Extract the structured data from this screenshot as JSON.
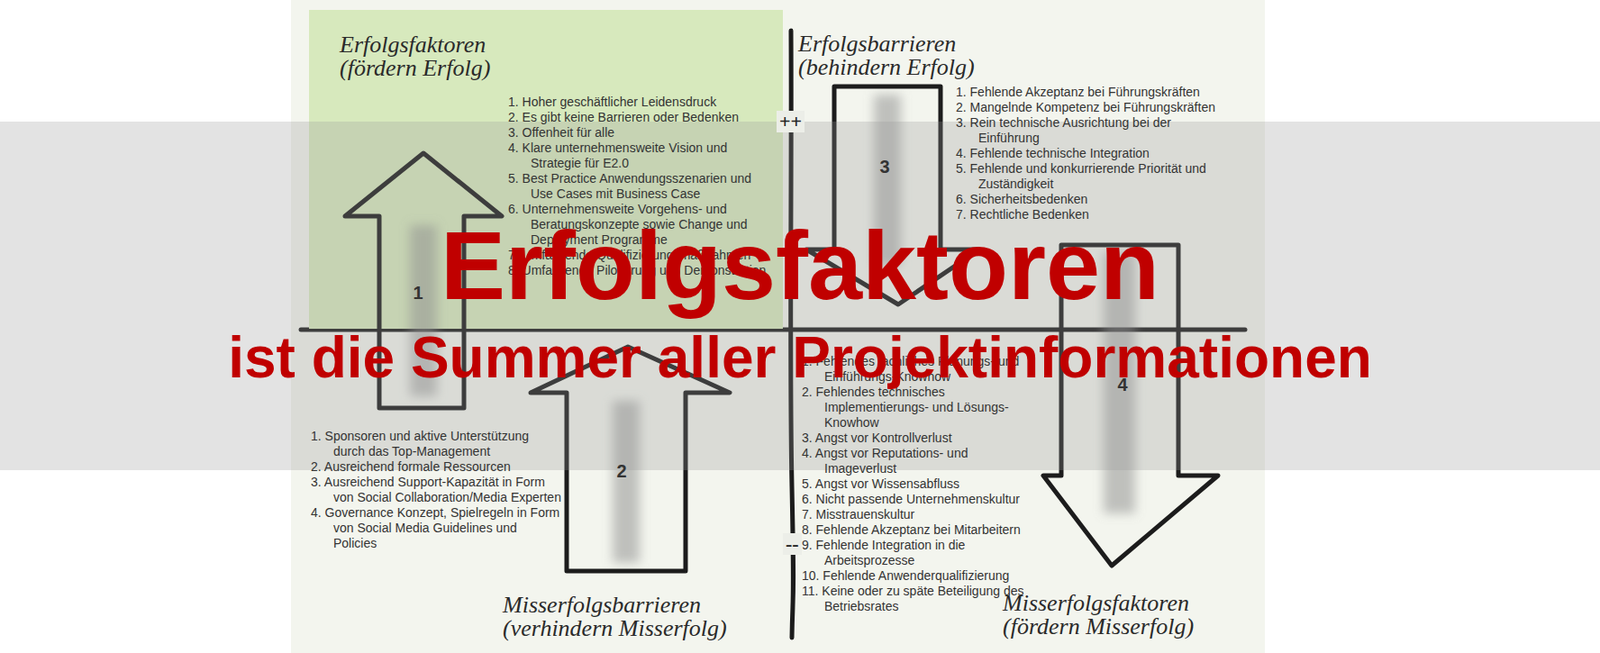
{
  "diagram": {
    "title": "Erfolgsfaktoren",
    "nodes": [
      {
        "text": [
          "Erfolgsfaktoren (fördern Erfolg)",
          "1. Hoher geschäftlicher Leidensdruck",
          "2. Es gibt keine Barrieren oder Bedenken",
          "3. Offenheit für alle",
          "4. Klare unternehmensweite Vision und Strategie für E2.0",
          "5. Best Practice Anwendungsszenarien und Use Cases mit Business Case",
          "6. Unternehmensweite Vorgehens- und Beratungskonzepte sowie Change und Deployment Programme",
          "7. Umfassende Qualifizierungsmaßnahmen",
          "8. Umfassende Pilotierung und Demonstration"
        ]
      },
      {
        "text": [
          "1"
        ]
      },
      {
        "text": [
          "3"
        ]
      },
      {
        "text": [
          "2"
        ]
      },
      {
        "text": [
          "4"
        ]
      }
    ],
    "labels": [
      "Erfolgsbarrieren (behindern Erfolg)",
      "Misserfolgsbarrieren (verhindern Misserfolg)",
      "Misserfolgsfaktoren (fördern Misserfolg)",
      "++",
      "--",
      "1. Fehlende Akzeptanz bei Führungskräften",
      "2. Mangelnde Kompetenz bei Führungskräften",
      "3. Rein technische Ausrichtung bei der Einführung",
      "4. Fehlende technische Integration",
      "5. Fehlende und konkurrierende Priorität und Zuständigkeit",
      "6. Sicherheitsbedenken",
      "7. Rechtliche Bedenken",
      "1. Sponsoren und aktive Unterstützung durch das Top-Management",
      "2. Ausreichend formale Ressourcen",
      "3. Ausreichend Support-Kapazität in Form von Social Collaboration/Media Experten",
      "4. Governance Konzept, Spielregeln in Form von Social Media Guidelines und Policies",
      "1. Fehlendes fachliches Planungs- und Einführungs-Knowhow",
      "2. Fehlendes technisches Implementierungs- und Lösungs-Knowhow",
      "3. Angst vor Kontrollverlust",
      "4. Angst vor Reputations- und Imageverlust",
      "5. Angst vor Wissensabfluss",
      "6. Nicht passende Unternehmenskultur",
      "7. Misstrauenskultur",
      "8. Fehlende Akzeptanz bei Mitarbeitern",
      "9. Fehlende Integration in die Arbeitsprozesse",
      "10. Fehlende Anwenderqualifizierung",
      "11. Keine oder zu späte Beteiligung des Betriebsrates",
      "ist die Summer aller Projektinformationen"
    ]
  }
}
